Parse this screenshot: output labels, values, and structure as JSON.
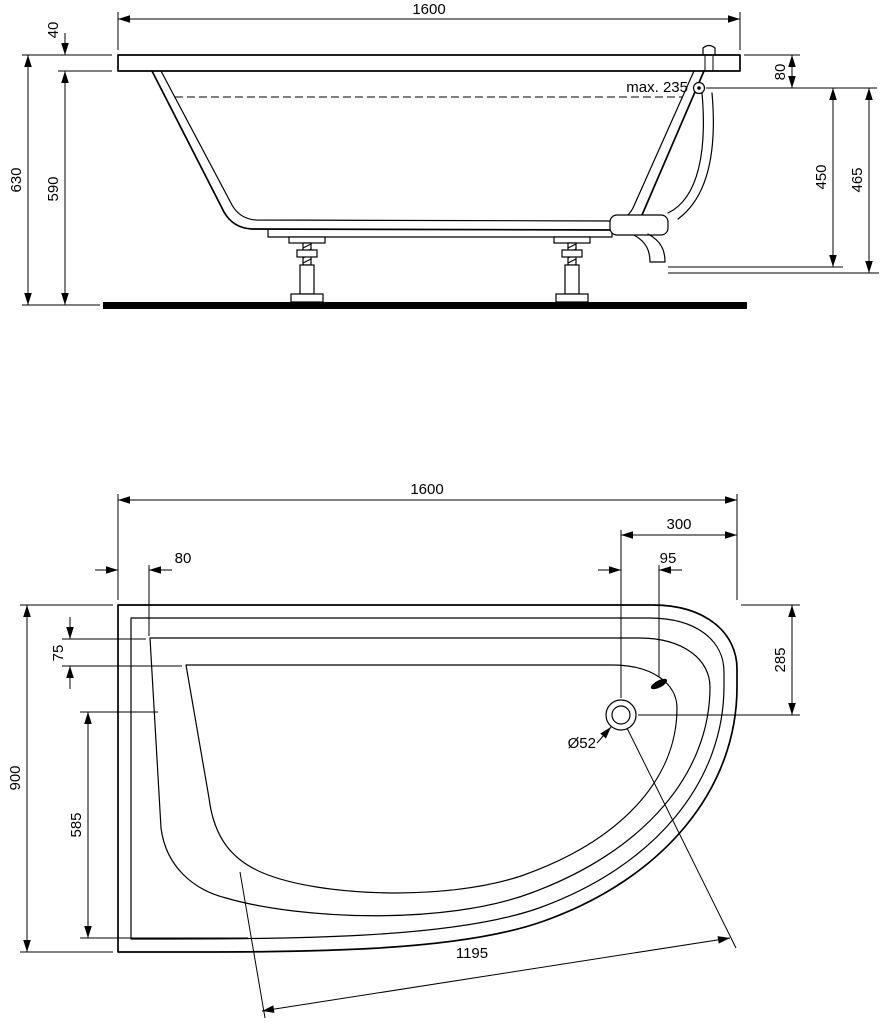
{
  "colors": {
    "line": "#000000",
    "background": "#ffffff"
  },
  "side_view": {
    "dims": {
      "length": "1600",
      "rim_height": "40",
      "total_height": "630",
      "body_height": "590",
      "water_level": "max. 235",
      "overflow_depth": "80",
      "height_450": "450",
      "height_465": "465"
    }
  },
  "plan_view": {
    "dims": {
      "length": "1600",
      "drain_offset_x": "300",
      "rim_left": "80",
      "drain_overflow_gap": "95",
      "rim_top": "75",
      "drain_offset_y": "285",
      "width": "900",
      "basin_length": "585",
      "drain_diameter": "Ø52",
      "diagonal": "1195"
    }
  }
}
